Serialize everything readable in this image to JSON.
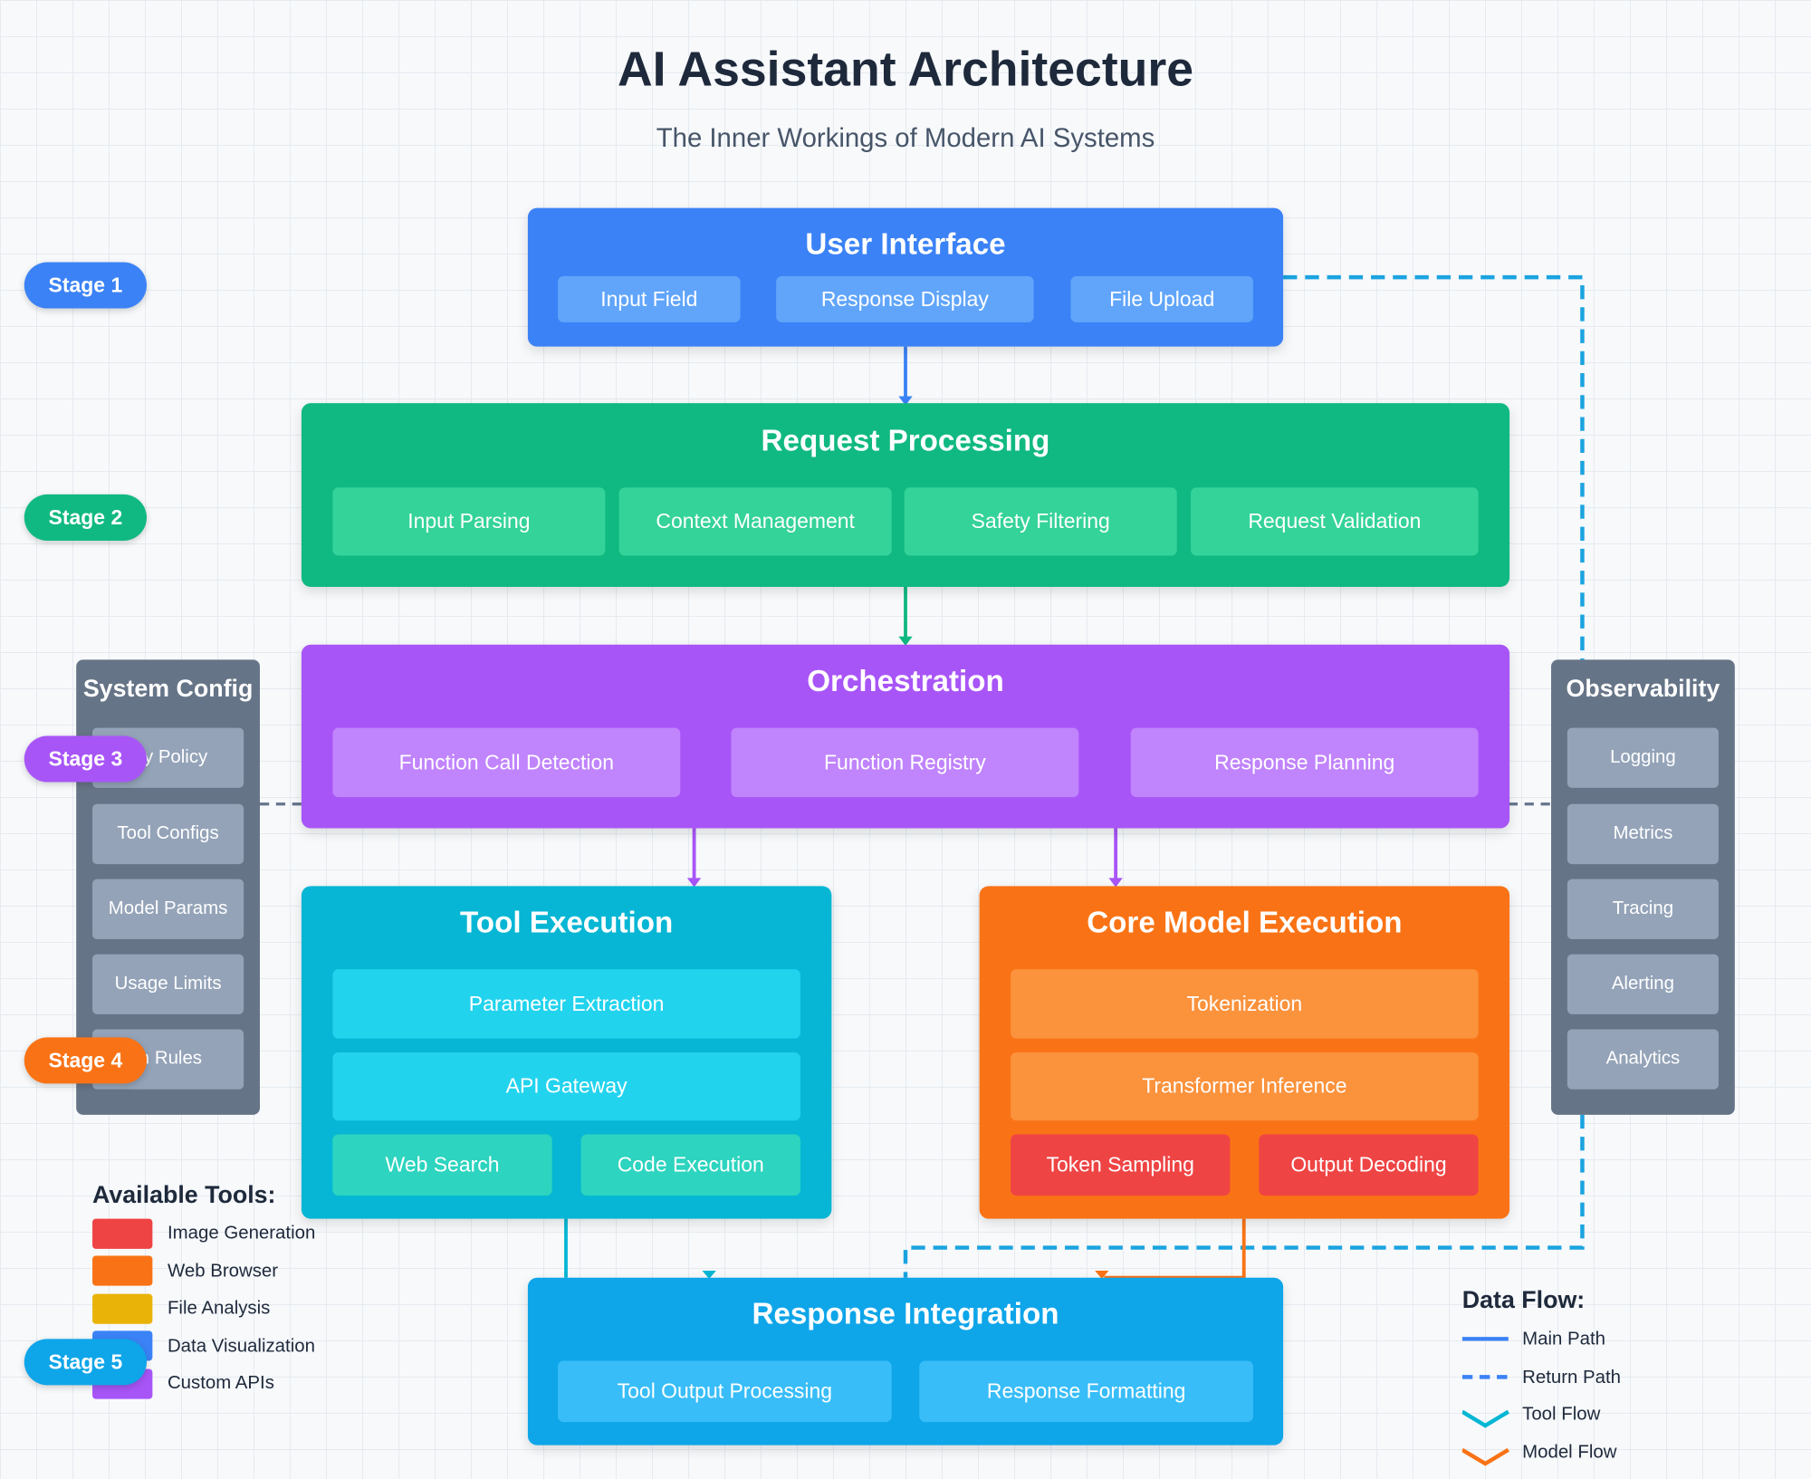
{
  "header": {
    "title": "AI Assistant Architecture",
    "subtitle": "The Inner Workings of Modern AI Systems"
  },
  "stages": [
    "Stage 1",
    "Stage 2",
    "Stage 3",
    "Stage 4",
    "Stage 5"
  ],
  "blocks": {
    "user_interface": {
      "title": "User Interface",
      "items": [
        "Input Field",
        "Response Display",
        "File Upload"
      ]
    },
    "request_processing": {
      "title": "Request Processing",
      "items": [
        "Input Parsing",
        "Context Management",
        "Safety Filtering",
        "Request Validation"
      ]
    },
    "orchestration": {
      "title": "Orchestration",
      "items": [
        "Function Call Detection",
        "Function Registry",
        "Response Planning"
      ]
    },
    "tool_execution": {
      "title": "Tool Execution",
      "items": [
        "Parameter Extraction",
        "API Gateway",
        "Web Search",
        "Code Execution"
      ]
    },
    "core_model": {
      "title": "Core Model Execution",
      "items": [
        "Tokenization",
        "Transformer Inference",
        "Token Sampling",
        "Output Decoding"
      ]
    },
    "response_integration": {
      "title": "Response Integration",
      "items": [
        "Tool Output Processing",
        "Response Formatting"
      ]
    }
  },
  "system_config": {
    "title": "System Config",
    "items": [
      "ety Policy",
      "Tool Configs",
      "Model Params",
      "Usage Limits",
      "th Rules"
    ]
  },
  "observability": {
    "title": "Observability",
    "items": [
      "Logging",
      "Metrics",
      "Tracing",
      "Alerting",
      "Analytics"
    ]
  },
  "tools_legend": {
    "title": "Available Tools:",
    "items": [
      {
        "label": "Image Generation",
        "color": "#ef4444"
      },
      {
        "label": "Web Browser",
        "color": "#f97316"
      },
      {
        "label": "File Analysis",
        "color": "#eab308"
      },
      {
        "label": "Data Visualization",
        "color": "#3b82f6"
      },
      {
        "label": "Custom APIs",
        "color": "#a855f7"
      }
    ]
  },
  "flow_legend": {
    "title": "Data Flow:",
    "items": [
      {
        "label": "Main Path",
        "icon": "solid-line"
      },
      {
        "label": "Return Path",
        "icon": "dashed-line"
      },
      {
        "label": "Tool Flow",
        "icon": "chevron-line"
      },
      {
        "label": "Model Flow",
        "icon": "chevron-line"
      }
    ]
  },
  "colors": {
    "user_interface": "#3b82f6",
    "request_processing": "#10b981",
    "orchestration": "#a855f7",
    "tool_execution": "#06b6d4",
    "core_model": "#f97316",
    "response_integration": "#0ea5e9",
    "observability": "#64748b"
  }
}
